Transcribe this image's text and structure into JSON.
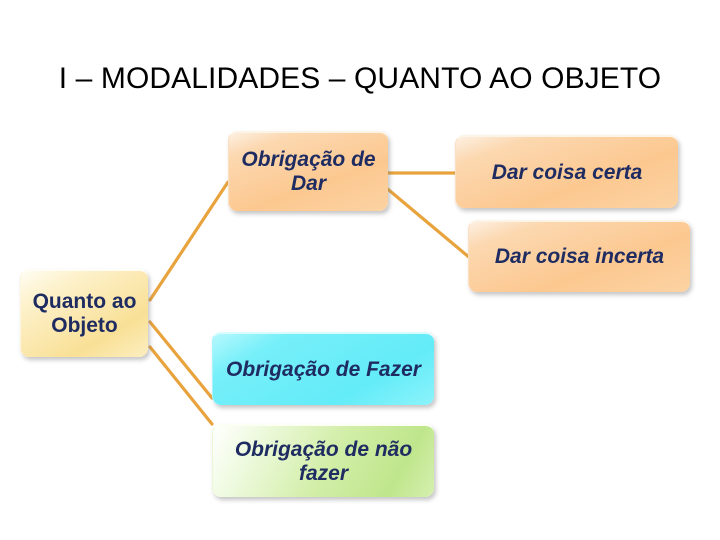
{
  "slide": {
    "title": "I – MODALIDADES – QUANTO AO OBJETO",
    "background_color": "#ffffff",
    "text_color": "#1f2c62",
    "connector_color": "#e8a33d"
  },
  "diagram": {
    "type": "tree",
    "root": {
      "id": "quanto-ao-objeto",
      "label": "Quanto ao Objeto",
      "style": "cream",
      "fill_color": "#f9e096"
    },
    "nodes": [
      {
        "id": "obrigacao-de-dar",
        "label": "Obrigação de Dar",
        "style": "peach",
        "fill_color": "#fcc890",
        "parent": "quanto-ao-objeto"
      },
      {
        "id": "dar-coisa-certa",
        "label": "Dar coisa certa",
        "style": "peach",
        "fill_color": "#fcc890",
        "parent": "obrigacao-de-dar"
      },
      {
        "id": "dar-coisa-incerta",
        "label": "Dar coisa incerta",
        "style": "peach",
        "fill_color": "#fcc890",
        "parent": "obrigacao-de-dar"
      },
      {
        "id": "obrigacao-de-fazer",
        "label": "Obrigação de Fazer",
        "style": "cyan",
        "fill_color": "#63ecf8",
        "parent": "quanto-ao-objeto"
      },
      {
        "id": "obrigacao-de-nao-fazer",
        "label": "Obrigação de não fazer",
        "style": "green",
        "fill_color": "#c5e89a",
        "parent": "quanto-ao-objeto"
      }
    ],
    "connectors": [
      {
        "from": "quanto-ao-objeto",
        "to": "obrigacao-de-dar"
      },
      {
        "from": "quanto-ao-objeto",
        "to": "obrigacao-de-fazer"
      },
      {
        "from": "quanto-ao-objeto",
        "to": "obrigacao-de-nao-fazer"
      },
      {
        "from": "obrigacao-de-dar",
        "to": "dar-coisa-certa"
      },
      {
        "from": "obrigacao-de-dar",
        "to": "dar-coisa-incerta"
      }
    ]
  }
}
